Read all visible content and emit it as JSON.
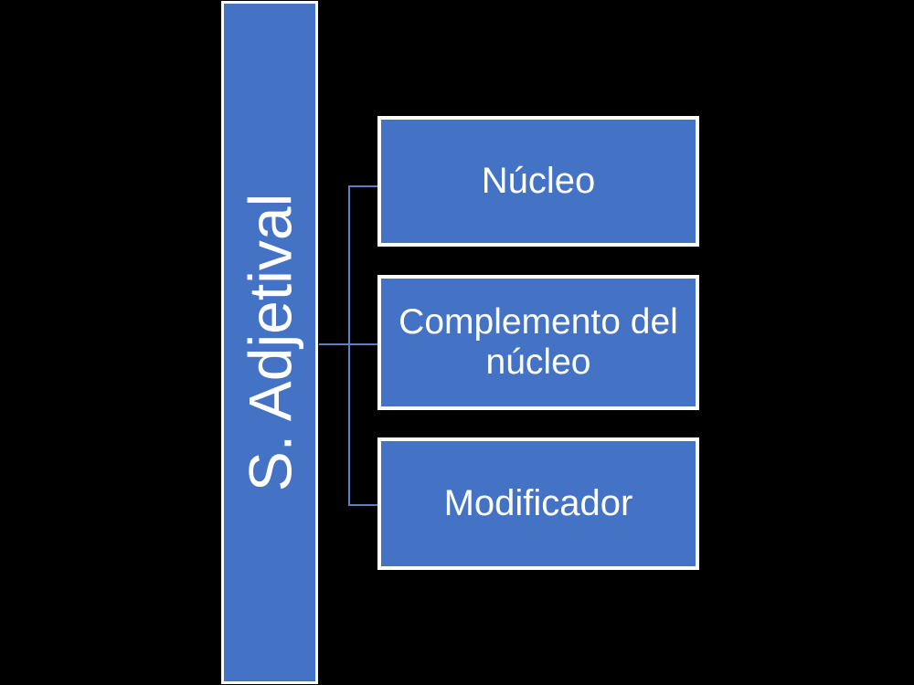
{
  "diagram": {
    "title": "S. Adjetival",
    "type": "hierarchy",
    "colors": {
      "box_fill": "#4472C4",
      "box_border": "#FFFFFF",
      "text": "#FFFFFF",
      "connector": "#5B7FC7",
      "background": "#000000"
    },
    "root": {
      "label": "S. Adjetival",
      "orientation": "vertical-rotated"
    },
    "children": [
      {
        "label": "Núcleo"
      },
      {
        "label": "Complemento del núcleo"
      },
      {
        "label": "Modificador"
      }
    ]
  }
}
